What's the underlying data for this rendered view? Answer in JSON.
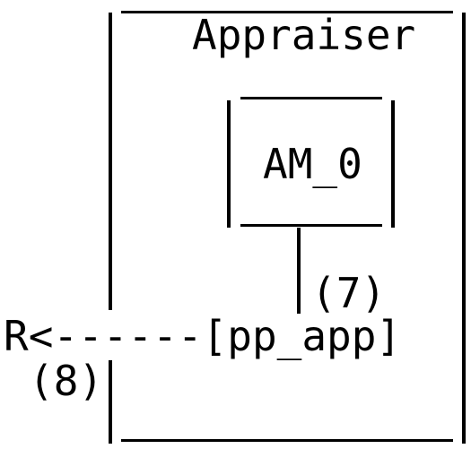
{
  "diagram": {
    "outer_box_label": "Appraiser",
    "inner_box_label": "AM_0",
    "step_7_label": "(7)",
    "step_8_label": "(8)",
    "flow_line_text": "R<------[pp_app]"
  }
}
